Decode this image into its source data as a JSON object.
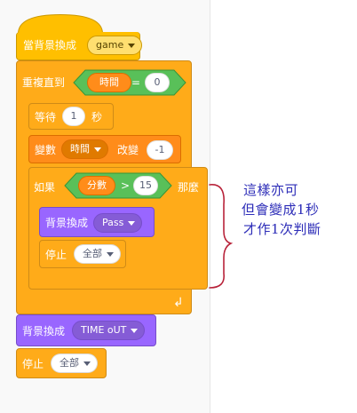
{
  "script": {
    "hat": {
      "label": "當背景換成",
      "value": "game"
    },
    "repeat_until": {
      "label": "重複直到",
      "condition": {
        "variable": "時間",
        "operator": "=",
        "value": "0"
      },
      "body": {
        "wait": {
          "label": "等待",
          "value": "1",
          "unit": "秒"
        },
        "change_var": {
          "label_prefix": "變數",
          "variable": "時間",
          "label_suffix": "改變",
          "value": "-1"
        },
        "if_block": {
          "label_if": "如果",
          "condition": {
            "variable": "分數",
            "operator": ">",
            "value": "15"
          },
          "label_then": "那麼",
          "body": {
            "switch_backdrop": {
              "label": "背景換成",
              "value": "Pass"
            },
            "stop": {
              "label": "停止",
              "value": "全部"
            }
          }
        }
      }
    },
    "after": {
      "switch_backdrop": {
        "label": "背景換成",
        "value": "TIME oUT"
      },
      "stop": {
        "label": "停止",
        "value": "全部"
      }
    }
  },
  "annotation": {
    "lines": [
      "這樣亦可",
      "但會變成1秒",
      "才作1次判斷"
    ]
  },
  "colors": {
    "events": "#ffbf00",
    "control": "#ffab19",
    "variables": "#ff8c1a",
    "looks": "#9966ff",
    "operators": "#59c059",
    "annotation": "#2d2db8"
  },
  "icons": [
    "dropdown-arrow-icon",
    "loop-arrow-icon",
    "brace-icon"
  ]
}
